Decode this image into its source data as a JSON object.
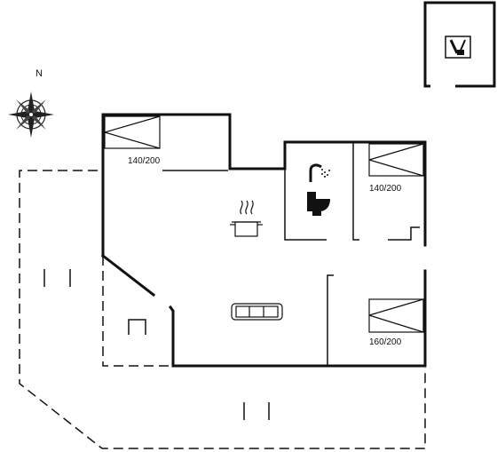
{
  "compass": {
    "north_label": "N",
    "icon": "compass-rose-icon"
  },
  "bed_labels": {
    "bedroom_1": "140/200",
    "bedroom_2": "140/200",
    "bedroom_3": "160/200"
  },
  "icons": {
    "kitchen": "cooking-pot-icon",
    "living": "sofa-icon",
    "shower": "shower-icon",
    "toilet": "toilet-icon",
    "annex": "tools-icon"
  },
  "colors": {
    "wall": "#111111",
    "background": "#ffffff"
  }
}
